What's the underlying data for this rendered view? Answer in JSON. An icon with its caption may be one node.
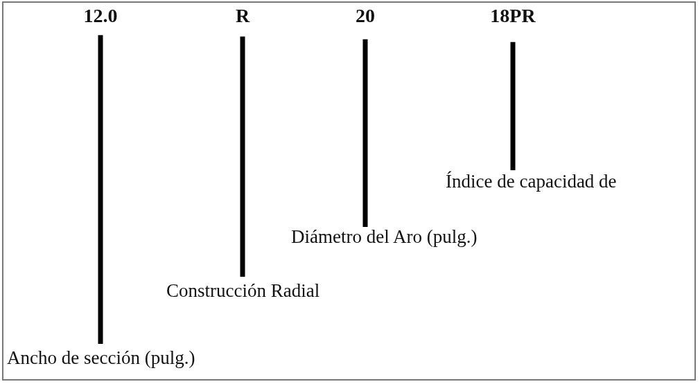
{
  "diagram": {
    "nodes": [
      {
        "text": [
          "12.0"
        ]
      },
      {
        "text": [
          "R"
        ]
      },
      {
        "text": [
          "20"
        ]
      },
      {
        "text": [
          "18PR"
        ]
      },
      {
        "text": [
          "Ancho de sección (pulg.)"
        ]
      },
      {
        "text": [
          "Construcción Radial"
        ]
      },
      {
        "text": [
          "Diámetro del Aro (pulg.)"
        ]
      },
      {
        "text": [
          "Índice de capacidad de"
        ]
      }
    ],
    "edges": [
      {
        "from": 0,
        "to": 4,
        "arrow": "none"
      },
      {
        "from": 1,
        "to": 5,
        "arrow": "none"
      },
      {
        "from": 2,
        "to": 6,
        "arrow": "none"
      },
      {
        "from": 3,
        "to": 7,
        "arrow": "none"
      }
    ]
  }
}
